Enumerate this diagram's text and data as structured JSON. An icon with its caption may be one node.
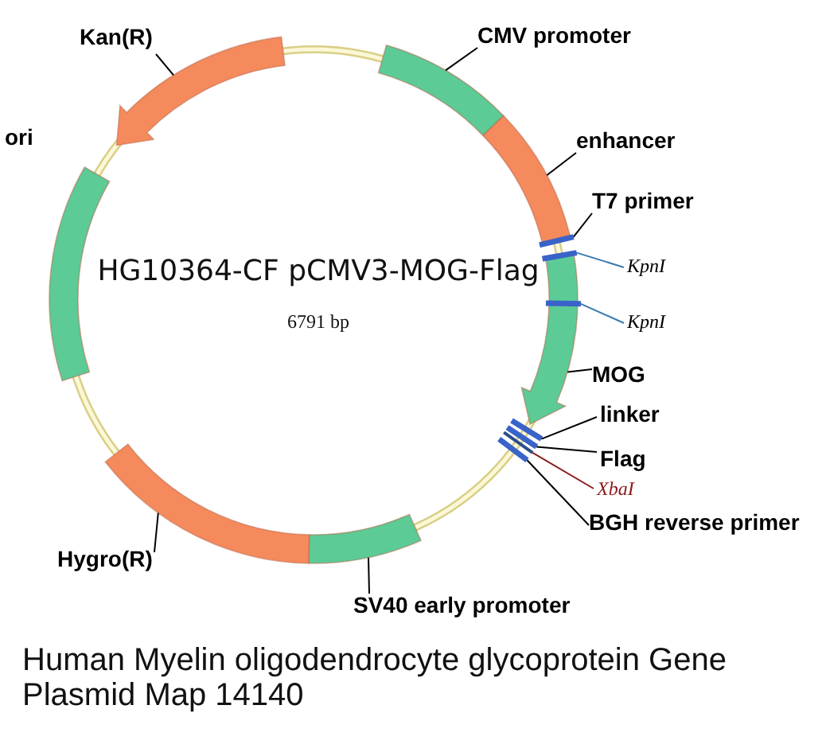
{
  "diagram": {
    "caption": "Human Myelin oligodendrocyte glycoprotein Gene Plasmid Map 14140",
    "nodes": [
      {
        "text": [
          "Kan(R)"
        ]
      },
      {
        "text": [],
        "shape": "arrow"
      },
      {
        "text": [
          "CMV promoter"
        ]
      },
      {
        "text": [],
        "shape": "arc"
      },
      {
        "text": [
          "enhancer"
        ]
      },
      {
        "text": [],
        "shape": "arc"
      },
      {
        "text": [
          "ori"
        ]
      },
      {
        "text": [],
        "shape": "arc"
      },
      {
        "text": [
          "T7 primer"
        ]
      },
      {
        "text": [],
        "shape": "bar"
      },
      {
        "text": [
          "KpnI"
        ]
      },
      {
        "text": [],
        "shape": "bar"
      },
      {
        "text": [
          "KpnI"
        ]
      },
      {
        "text": [],
        "shape": "bar"
      },
      {
        "text": [
          "MOG"
        ]
      },
      {
        "text": [],
        "shape": "arrow"
      },
      {
        "text": [
          "linker"
        ]
      },
      {
        "text": [],
        "shape": "bar"
      },
      {
        "text": [
          "Flag"
        ]
      },
      {
        "text": [],
        "shape": "bar"
      },
      {
        "text": [
          "XbaI"
        ]
      },
      {
        "text": [],
        "shape": "bar"
      },
      {
        "text": [
          "BGH reverse primer"
        ]
      },
      {
        "text": [],
        "shape": "bar"
      },
      {
        "text": [
          "Hygro(R)"
        ]
      },
      {
        "text": [],
        "shape": "arc"
      },
      {
        "text": [
          "SV40 early promoter"
        ]
      },
      {
        "text": [],
        "shape": "arc"
      }
    ],
    "edges": [
      {
        "from": 0,
        "to": 1,
        "arrow": "none"
      },
      {
        "from": 2,
        "to": 3,
        "arrow": "none"
      },
      {
        "from": 4,
        "to": 5,
        "arrow": "none"
      },
      {
        "from": 8,
        "to": 9,
        "arrow": "none"
      },
      {
        "from": 10,
        "to": 11,
        "arrow": "none",
        "color": "#3b7ab0"
      },
      {
        "from": 12,
        "to": 13,
        "arrow": "none",
        "color": "#3b7ab0"
      },
      {
        "from": 14,
        "to": 15,
        "arrow": "none"
      },
      {
        "from": 16,
        "to": 17,
        "arrow": "none"
      },
      {
        "from": 18,
        "to": 19,
        "arrow": "none"
      },
      {
        "from": 20,
        "to": 21,
        "arrow": "none",
        "color": "#8b1a1a"
      },
      {
        "from": 22,
        "to": 23,
        "arrow": "none"
      },
      {
        "from": 24,
        "to": 25,
        "arrow": "none"
      },
      {
        "from": 26,
        "to": 27,
        "arrow": "none"
      }
    ],
    "labels": [
      "HG10364-CF pCMV3-MOG-Flag",
      "6791 bp"
    ]
  }
}
